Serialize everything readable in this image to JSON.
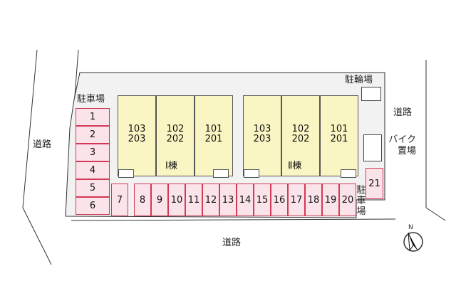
{
  "roads": {
    "left": "道路",
    "right": "道路",
    "bottom": "道路"
  },
  "labels": {
    "parking_top": "駐車場",
    "parking_right": "駐車場",
    "bicycle": "駐輪場",
    "motorbike": "バイク置場"
  },
  "buildings": [
    {
      "name": "Ⅰ棟",
      "units": [
        {
          "upper": "103",
          "lower": "203"
        },
        {
          "upper": "102",
          "lower": "202"
        },
        {
          "upper": "101",
          "lower": "201"
        }
      ]
    },
    {
      "name": "Ⅱ棟",
      "units": [
        {
          "upper": "103",
          "lower": "203"
        },
        {
          "upper": "102",
          "lower": "202"
        },
        {
          "upper": "101",
          "lower": "201"
        }
      ]
    }
  ],
  "parking_spaces": [
    "1",
    "2",
    "3",
    "4",
    "5",
    "6",
    "7",
    "8",
    "9",
    "10",
    "11",
    "12",
    "13",
    "14",
    "15",
    "16",
    "17",
    "18",
    "19",
    "20",
    "21"
  ],
  "compass": {
    "label": "N"
  },
  "colors": {
    "parking_fill": "#fbe3ea",
    "parking_border": "#d23a55",
    "building_fill": "#faf6c3",
    "site_fill": "#f2f2f2"
  }
}
